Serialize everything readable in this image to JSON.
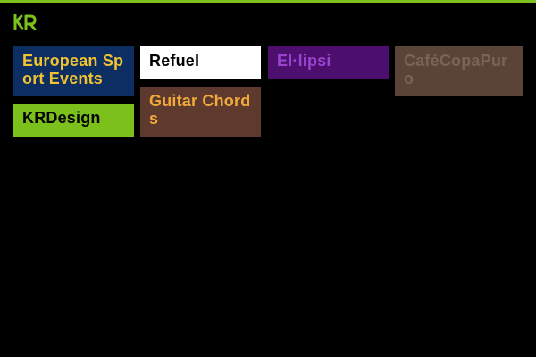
{
  "brand": {
    "accent": "#7cc11b",
    "logo_text": "KR"
  },
  "tiles": [
    {
      "id": "european-sport-events",
      "label": "European Sport Events",
      "background": "#0c2e63",
      "color": "#f2c230"
    },
    {
      "id": "refuel",
      "label": "Refuel",
      "background": "#ffffff",
      "color": "#000000"
    },
    {
      "id": "ellipsi",
      "label": "El·lipsi",
      "background": "#4c0f6d",
      "color": "#9b43d1"
    },
    {
      "id": "cafecopapuro",
      "label": "CaféCopaPuro",
      "background": "#5a4337",
      "color": "#7a6456"
    },
    {
      "id": "krdesign",
      "label": "KRDesign",
      "background": "#7cc11b",
      "color": "#000000"
    },
    {
      "id": "guitar-chords",
      "label": "Guitar Chords",
      "background": "#5e3a2e",
      "color": "#f2a93b"
    }
  ]
}
